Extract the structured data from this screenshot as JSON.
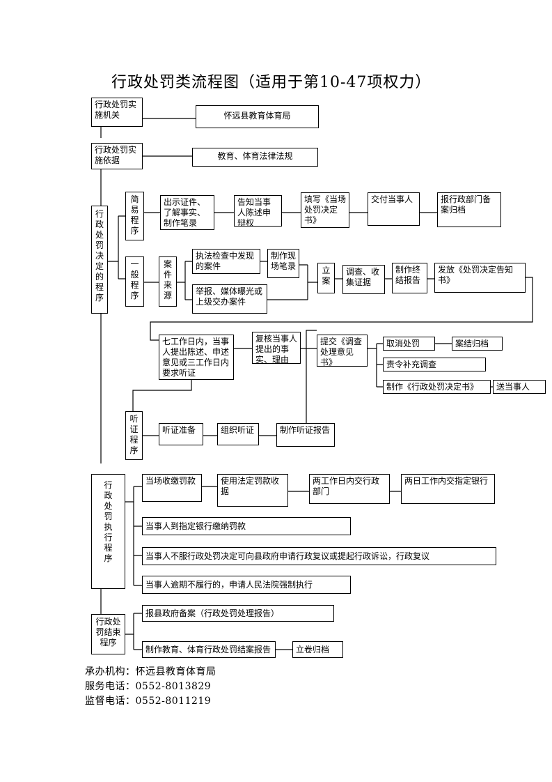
{
  "title": "行政处罚类流程图（适用于第10-47项权力）",
  "nodes": {
    "n_impl": "行政处罚实施机关",
    "n_impl_val": "怀远县教育体育局",
    "n_basis": "行政处罚实施依据",
    "n_basis_val": "教育、体育法律法规",
    "n_decide": "行政处罚决定的程序",
    "n_simple": "简易程序",
    "n_s1": "出示证件、了解事实、制作笔录",
    "n_s2": "告知当事人陈述申辩权",
    "n_s3": "填写《当场处罚决定书》",
    "n_s4": "交付当事人",
    "n_s5": "报行政部门备案归档",
    "n_general": "一般程序",
    "n_source": "案件来源",
    "n_g1": "执法检查中发现的案件",
    "n_g2": "制作现场笔录",
    "n_g3": "举报、媒体曝光或上级交办案件",
    "n_g4": "立案",
    "n_g5": "调查、收集证据",
    "n_g6": "制作终结报告",
    "n_g7": "发放《处罚决定告知书》",
    "n_g8": "七工作日内，当事人提出陈述、申述意见或三工作日内要求听证",
    "n_g9": "复核当事人提出的事实、理由",
    "n_g10": "提交《调查处理意见书》",
    "n_g11": "取消处罚",
    "n_g12": "案结归档",
    "n_g13": "责令补充调查",
    "n_g14": "制作《行政处罚决定书》",
    "n_g15": "送当事人",
    "n_hearing": "听证程序",
    "n_h1": "听证准备",
    "n_h2": "组织听证",
    "n_h3": "制作听证报告",
    "n_exec": "行政处罚执行程序",
    "n_e1": "当场收缴罚款",
    "n_e2": "使用法定罚款收据",
    "n_e3": "两工作日内交行政部门",
    "n_e4": "两日工作内交指定银行",
    "n_e5": "当事人到指定银行缴纳罚款",
    "n_e6": "当事人不服行政处罚决定可向县政府申请行政复议或提起行政诉讼，行政复议",
    "n_e7": "当事人逾期不履行的，申请人民法院强制执行",
    "n_end": "行政处罚结束程序",
    "n_end1": "报县政府备案（行政处罚处理报告）",
    "n_end2": "制作教育、体育行政处罚结案报告",
    "n_end3": "立卷归档"
  },
  "footer": {
    "org": "承办机构：怀远县教育体育局",
    "service": "服务电话：0552-8013829",
    "supervise": "监督电话：0552-8011219"
  }
}
